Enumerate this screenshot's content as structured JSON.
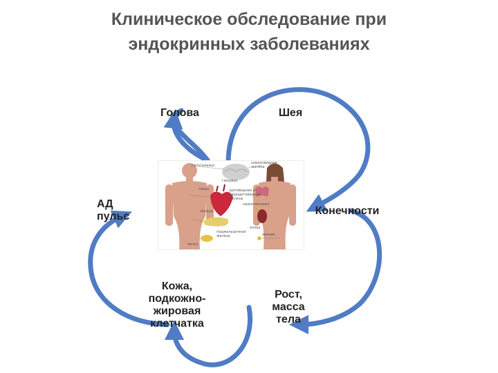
{
  "title": {
    "line1": "Клиническое обследование при",
    "line2": "эндокринных заболеваниях"
  },
  "nodes": {
    "head": "Голова",
    "neck": "Шея",
    "bp_left": "АД",
    "bp_left2": "пульс",
    "limbs": "Конечности",
    "skin": [
      "Кожа,",
      "подкожно-",
      "жировая",
      "клетчатка"
    ],
    "growth": [
      "Рост,",
      "масса",
      "тела"
    ]
  },
  "image": {
    "organs": {
      "hypothalamus": "гипоталамус",
      "pineal": "шишковидная железа",
      "pituitary": "гипофиз",
      "thyroid": "щитовидная и паращитовидная железы",
      "thymus": "тимус",
      "heart": "сердце",
      "adrenals": "надпочечники",
      "kidney": "почка",
      "pancreas": "поджелудочная железа",
      "ovary": "яичник",
      "testis": "яичко"
    }
  },
  "colors": {
    "arrow": "#4f7cc4",
    "arrow_dark": "#3a62a6",
    "title": "#555555",
    "text": "#222222"
  }
}
